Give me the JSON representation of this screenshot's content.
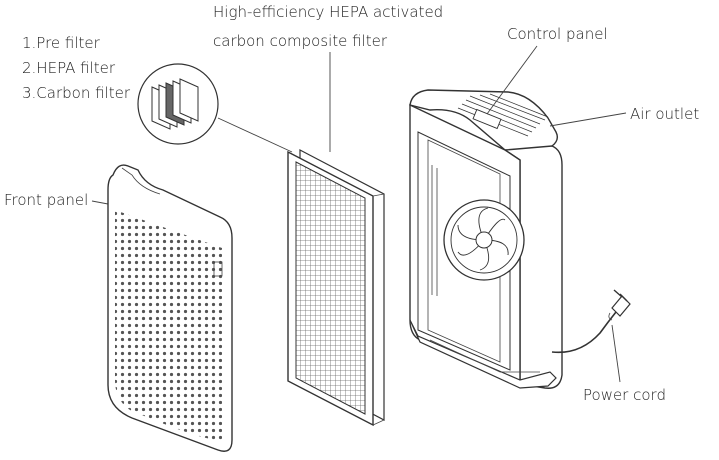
{
  "labels": {
    "filter_layers": [
      "1.Pre filter",
      "2.HEPA filter",
      "3.Carbon filter"
    ],
    "hepa_title_line1": "High-efficiency HEPA activated",
    "hepa_title_line2": "carbon composite filter",
    "control_panel": "Control panel",
    "air_outlet": "Air outlet",
    "front_panel": "Front panel",
    "power_cord": "Power cord"
  },
  "colors": {
    "ink": "#333333",
    "background": "#ffffff"
  }
}
